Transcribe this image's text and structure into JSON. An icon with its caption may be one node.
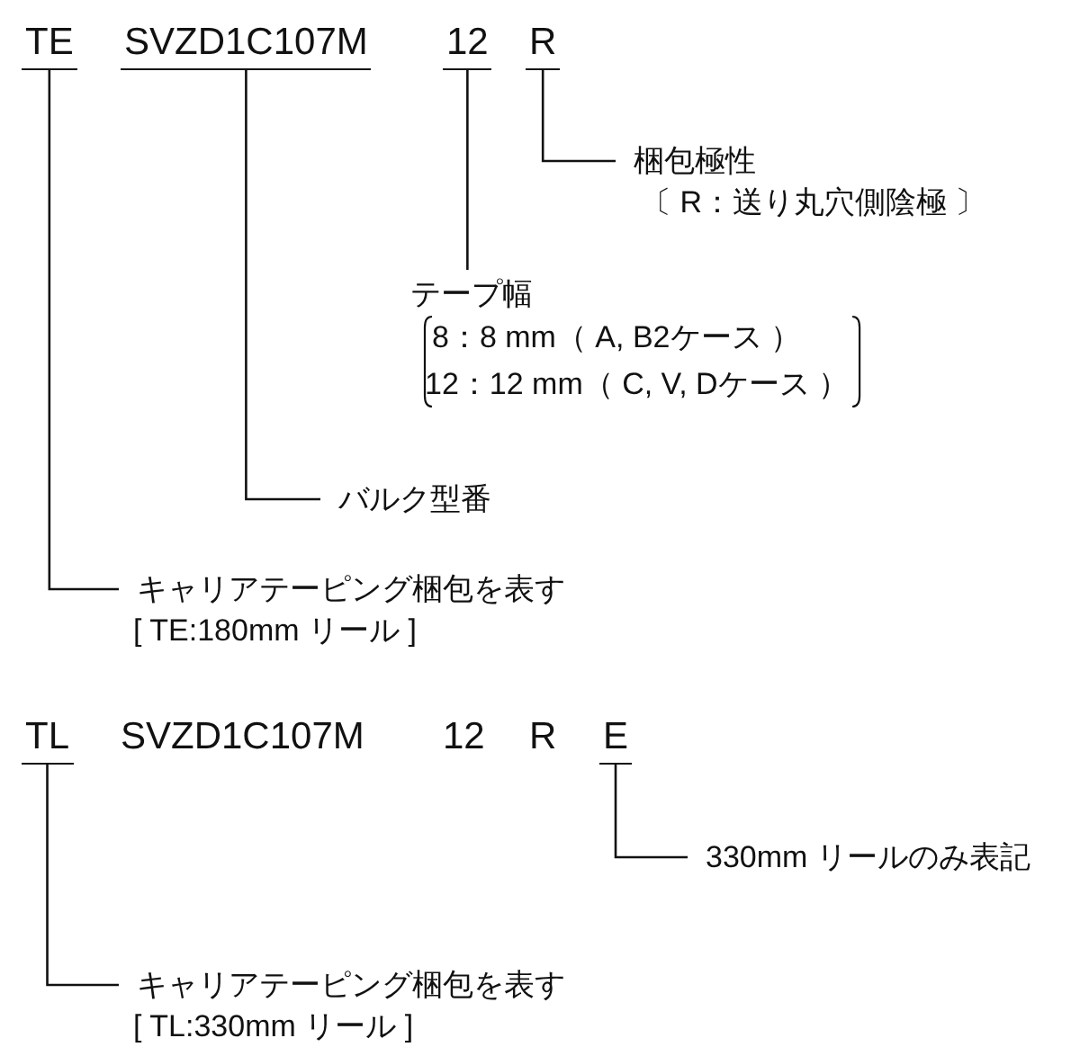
{
  "diagram": {
    "nodes": [
      {
        "text": [
          "TE"
        ]
      },
      {
        "text": [
          "SVZD1C107M"
        ]
      },
      {
        "text": [
          "12"
        ]
      },
      {
        "text": [
          "R"
        ]
      },
      {
        "text": [
          "梱包極性",
          "〔 R：送り丸穴側陰極 〕"
        ]
      },
      {
        "text": [
          "テープ幅",
          "8：8 mm（ A, B2ケース ）",
          "12：12 mm（ C, V, Dケース ）"
        ]
      },
      {
        "text": [
          "バルク型番"
        ]
      },
      {
        "text": [
          "キャリアテーピング梱包を表す",
          "[ TE:180mm リール ]"
        ]
      },
      {
        "text": [
          "TL"
        ]
      },
      {
        "text": [
          "E"
        ]
      },
      {
        "text": [
          "330mm リールのみ表記"
        ]
      },
      {
        "text": [
          "キャリアテーピング梱包を表す",
          "[ TL:330mm リール ]"
        ]
      }
    ],
    "edges": [
      {
        "from": 0,
        "to": 7,
        "arrow": "none"
      },
      {
        "from": 1,
        "to": 6,
        "arrow": "none"
      },
      {
        "from": 2,
        "to": 5,
        "arrow": "none"
      },
      {
        "from": 3,
        "to": 4,
        "arrow": "none"
      },
      {
        "from": 8,
        "to": 11,
        "arrow": "none"
      },
      {
        "from": 9,
        "to": 10,
        "arrow": "none"
      }
    ],
    "labels": [
      "SVZD1C107M",
      "12",
      "R"
    ]
  }
}
